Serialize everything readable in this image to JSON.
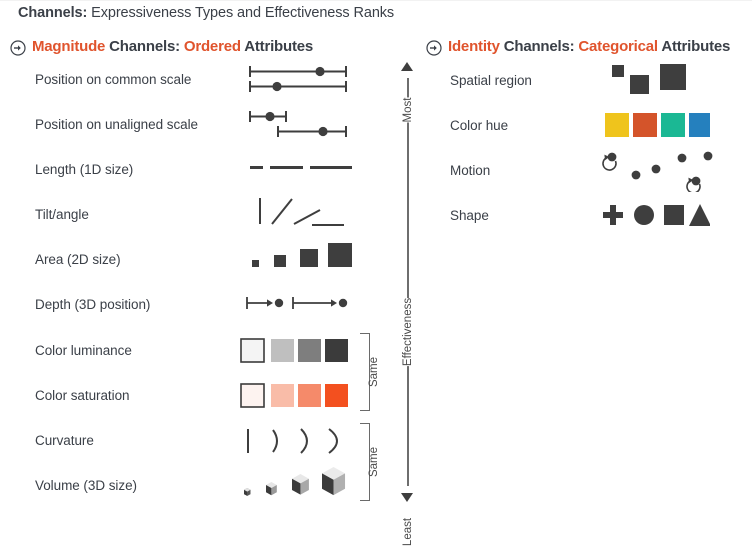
{
  "title": {
    "prefix": "Channels:",
    "rest": " Expressiveness Types and Effectiveness Ranks"
  },
  "columns": {
    "left": {
      "heading_parts": [
        "Magnitude",
        " Channels: ",
        "Ordered",
        " Attributes"
      ],
      "icon": "circled-arrow-right-icon",
      "rows": [
        {
          "label": "Position on common scale",
          "glyph": "two-aligned-scales"
        },
        {
          "label": "Position on unaligned scale",
          "glyph": "two-unaligned-scales"
        },
        {
          "label": "Length (1D size)",
          "glyph": "three-bars"
        },
        {
          "label": "Tilt/angle",
          "glyph": "four-tilts"
        },
        {
          "label": "Area (2D size)",
          "glyph": "four-squares"
        },
        {
          "label": "Depth (3D position)",
          "glyph": "two-depth-arrows"
        },
        {
          "label": "Color luminance",
          "glyph": "luminance-ramp"
        },
        {
          "label": "Color saturation",
          "glyph": "saturation-ramp"
        },
        {
          "label": "Curvature",
          "glyph": "four-curves"
        },
        {
          "label": "Volume (3D size)",
          "glyph": "four-cubes"
        }
      ]
    },
    "right": {
      "heading_parts": [
        "Identity",
        " Channels: ",
        "Categorical",
        " Attributes"
      ],
      "icon": "circled-arrow-right-icon",
      "rows": [
        {
          "label": "Spatial region",
          "glyph": "scattered-squares"
        },
        {
          "label": "Color hue",
          "glyph": "hue-swatches"
        },
        {
          "label": "Motion",
          "glyph": "moving-dots"
        },
        {
          "label": "Shape",
          "glyph": "shape-set"
        }
      ]
    }
  },
  "axis": {
    "top_label": "Most",
    "mid_label": "Effectiveness",
    "bottom_label": "Least"
  },
  "brackets": [
    {
      "label": "Same"
    },
    {
      "label": "Same"
    }
  ],
  "palette": {
    "ink": "#3b4048",
    "glyph_gray": "#3e3e3e",
    "accent_orange": "#e0542d",
    "luminance": [
      "#f4f4f4",
      "#bfbfbf",
      "#7e7e7e",
      "#3b3b3b"
    ],
    "saturation": [
      "#fdf3f0",
      "#f9bca8",
      "#f58a6a",
      "#f3501f"
    ],
    "hues": [
      "#efc41c",
      "#d4542a",
      "#1bb894",
      "#2580be"
    ]
  }
}
